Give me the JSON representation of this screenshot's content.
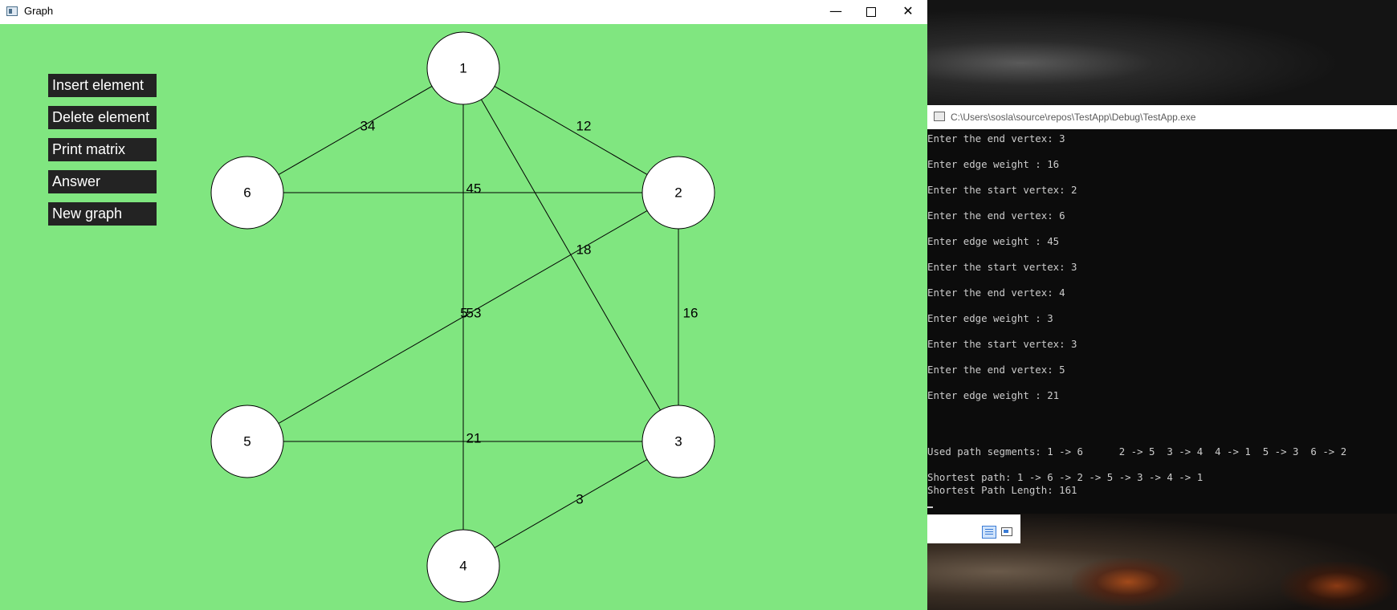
{
  "graph_window": {
    "title": "Graph",
    "controls": {
      "minimize": "—",
      "close": "✕"
    }
  },
  "side_buttons": [
    {
      "label": "Insert element"
    },
    {
      "label": "Delete element"
    },
    {
      "label": "Print matrix"
    },
    {
      "label": "Answer"
    },
    {
      "label": "New graph"
    }
  ],
  "graph": {
    "nodes": [
      "1",
      "2",
      "3",
      "4",
      "5",
      "6"
    ],
    "edges": [
      {
        "from": "1",
        "to": "6",
        "weight": "34"
      },
      {
        "from": "1",
        "to": "2",
        "weight": "12"
      },
      {
        "from": "1",
        "to": "4",
        "weight": "5"
      },
      {
        "from": "1",
        "to": "3",
        "weight": "18"
      },
      {
        "from": "6",
        "to": "2",
        "weight": "45"
      },
      {
        "from": "2",
        "to": "5",
        "weight": "53"
      },
      {
        "from": "2",
        "to": "3",
        "weight": "16"
      },
      {
        "from": "5",
        "to": "3",
        "weight": "21"
      },
      {
        "from": "3",
        "to": "4",
        "weight": "3"
      }
    ]
  },
  "console_window": {
    "title": "C:\\Users\\sosla\\source\\repos\\TestApp\\Debug\\TestApp.exe",
    "lines": [
      "Enter the end vertex: 3",
      "Enter edge weight : 16",
      "Enter the start vertex: 2",
      "Enter the end vertex: 6",
      "Enter edge weight : 45",
      "Enter the start vertex: 3",
      "Enter the end vertex: 4",
      "Enter edge weight : 3",
      "Enter the start vertex: 3",
      "Enter the end vertex: 5",
      "Enter edge weight : 21"
    ],
    "used_segments": "Used path segments: 1 -> 6      2 -> 5  3 -> 4  4 -> 1  5 -> 3  6 -> 2",
    "shortest_path": "Shortest path: 1 -> 6 -> 2 -> 5 -> 3 -> 4 -> 1",
    "shortest_length": "Shortest Path Length: 161"
  }
}
